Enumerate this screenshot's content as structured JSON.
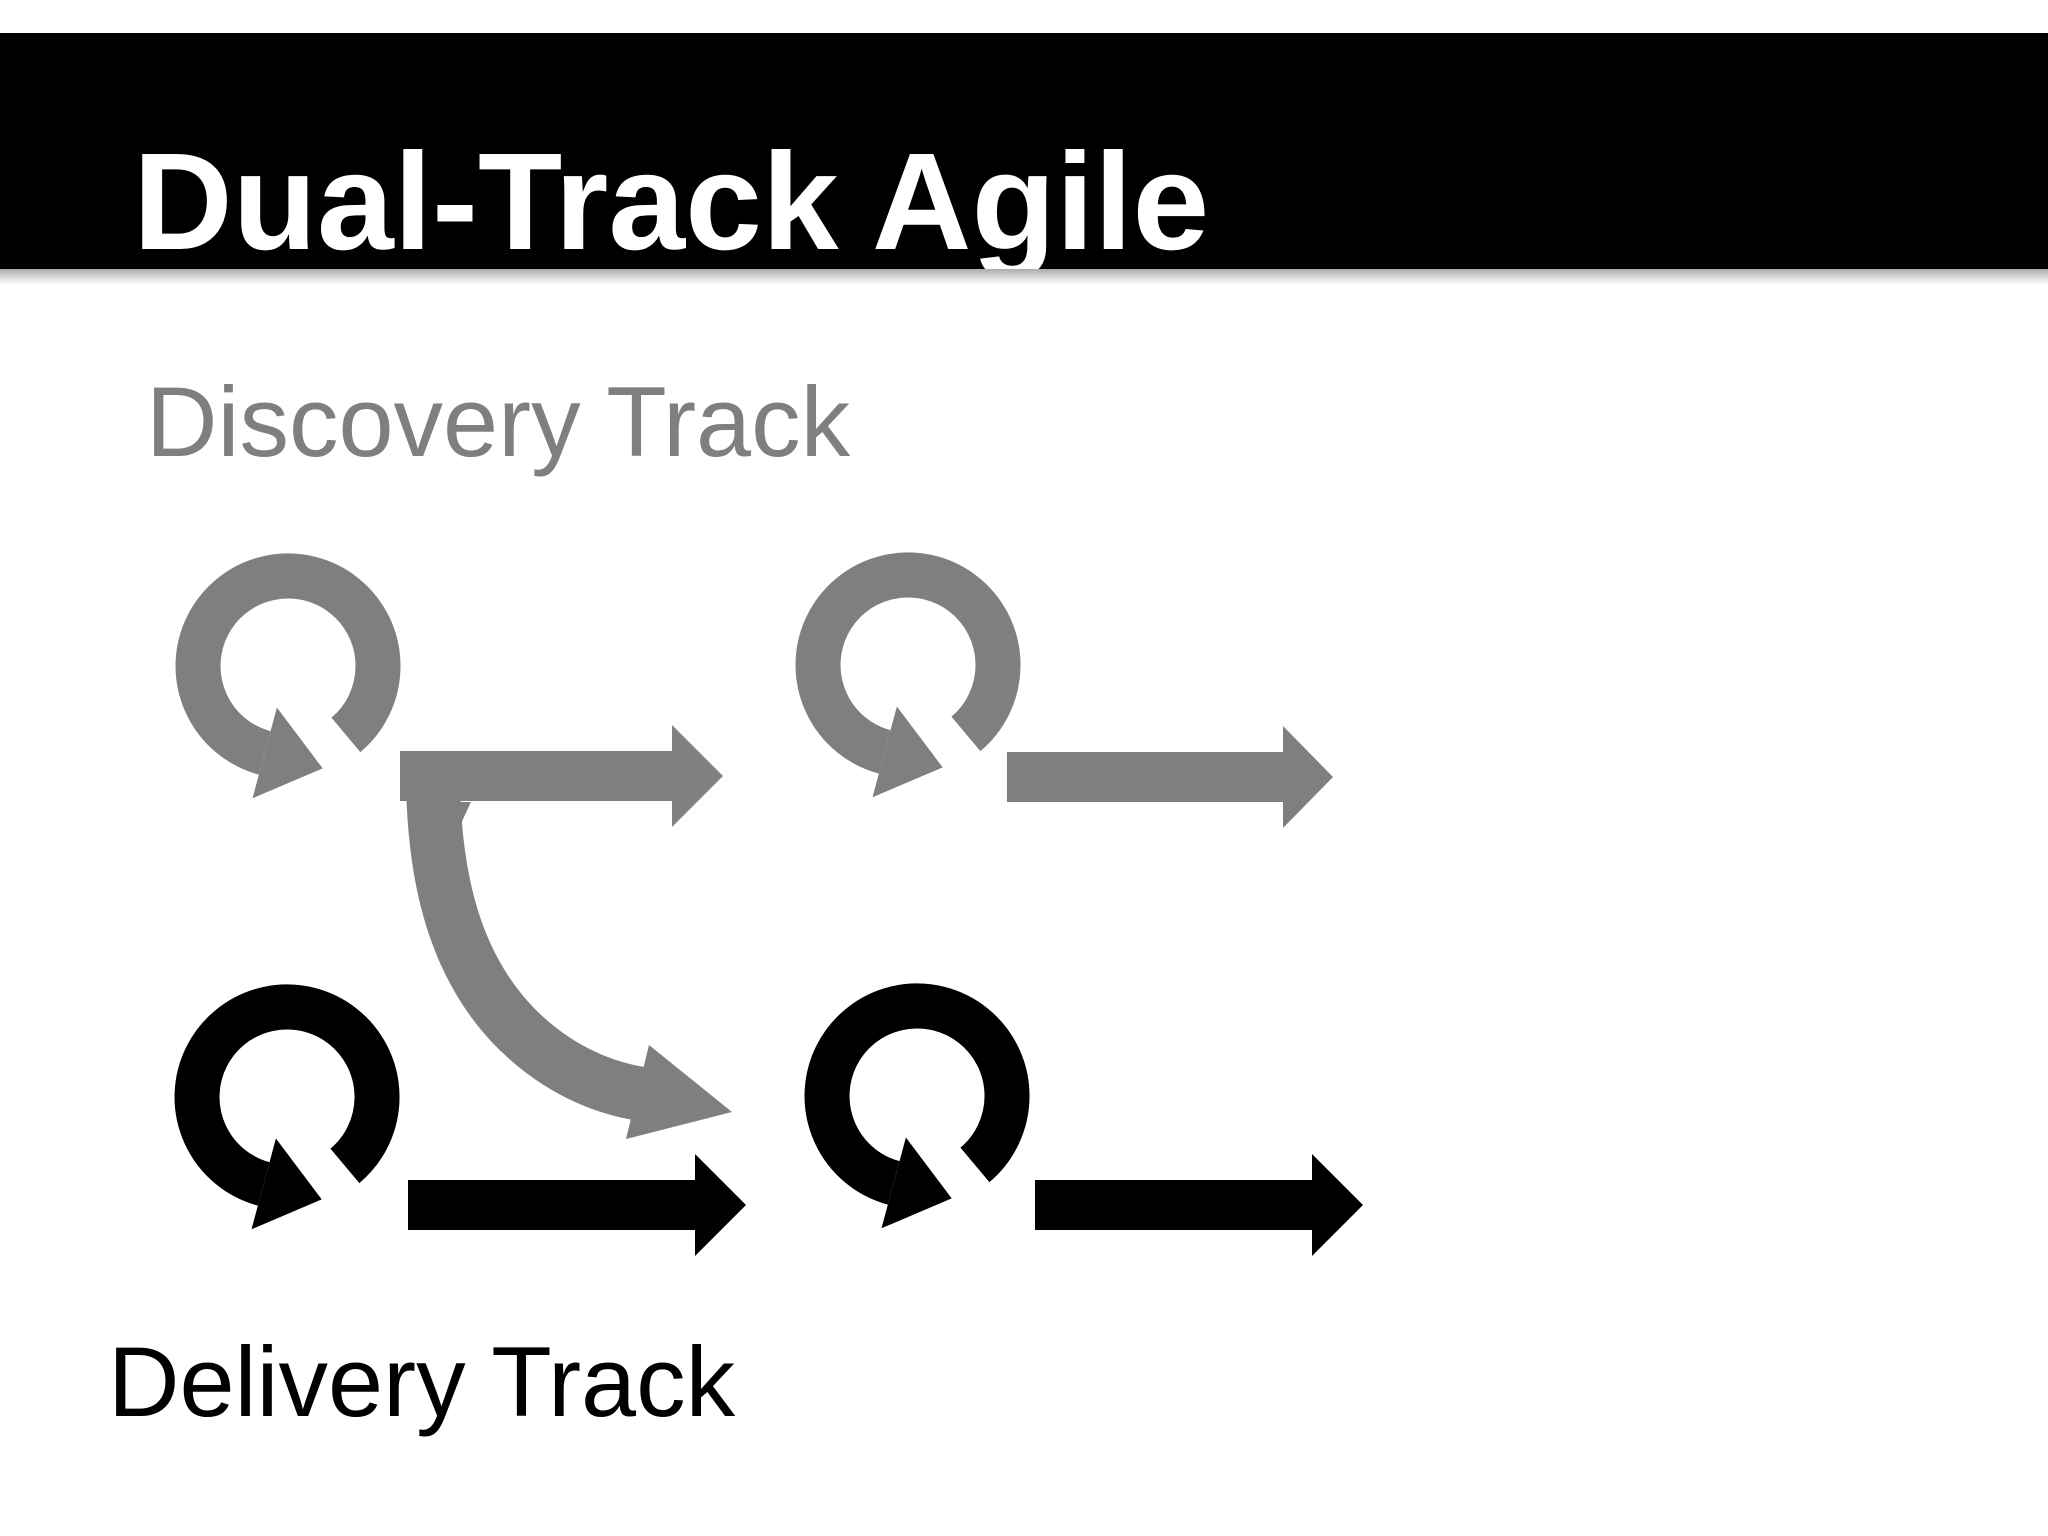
{
  "slide": {
    "background_color": "#ffffff"
  },
  "header": {
    "title": "Dual-Track Agile",
    "bg_color": "#000000",
    "text_color": "#ffffff"
  },
  "discovery": {
    "label": "Discovery Track",
    "color": "#7f7f7f"
  },
  "delivery": {
    "label": "Delivery Track",
    "color": "#000000"
  },
  "icons": {
    "loop": "iteration-loop-icon",
    "flow_arrow": "flow-arrow-icon",
    "bridge": "discovery-to-delivery-curved-arrow-icon"
  }
}
